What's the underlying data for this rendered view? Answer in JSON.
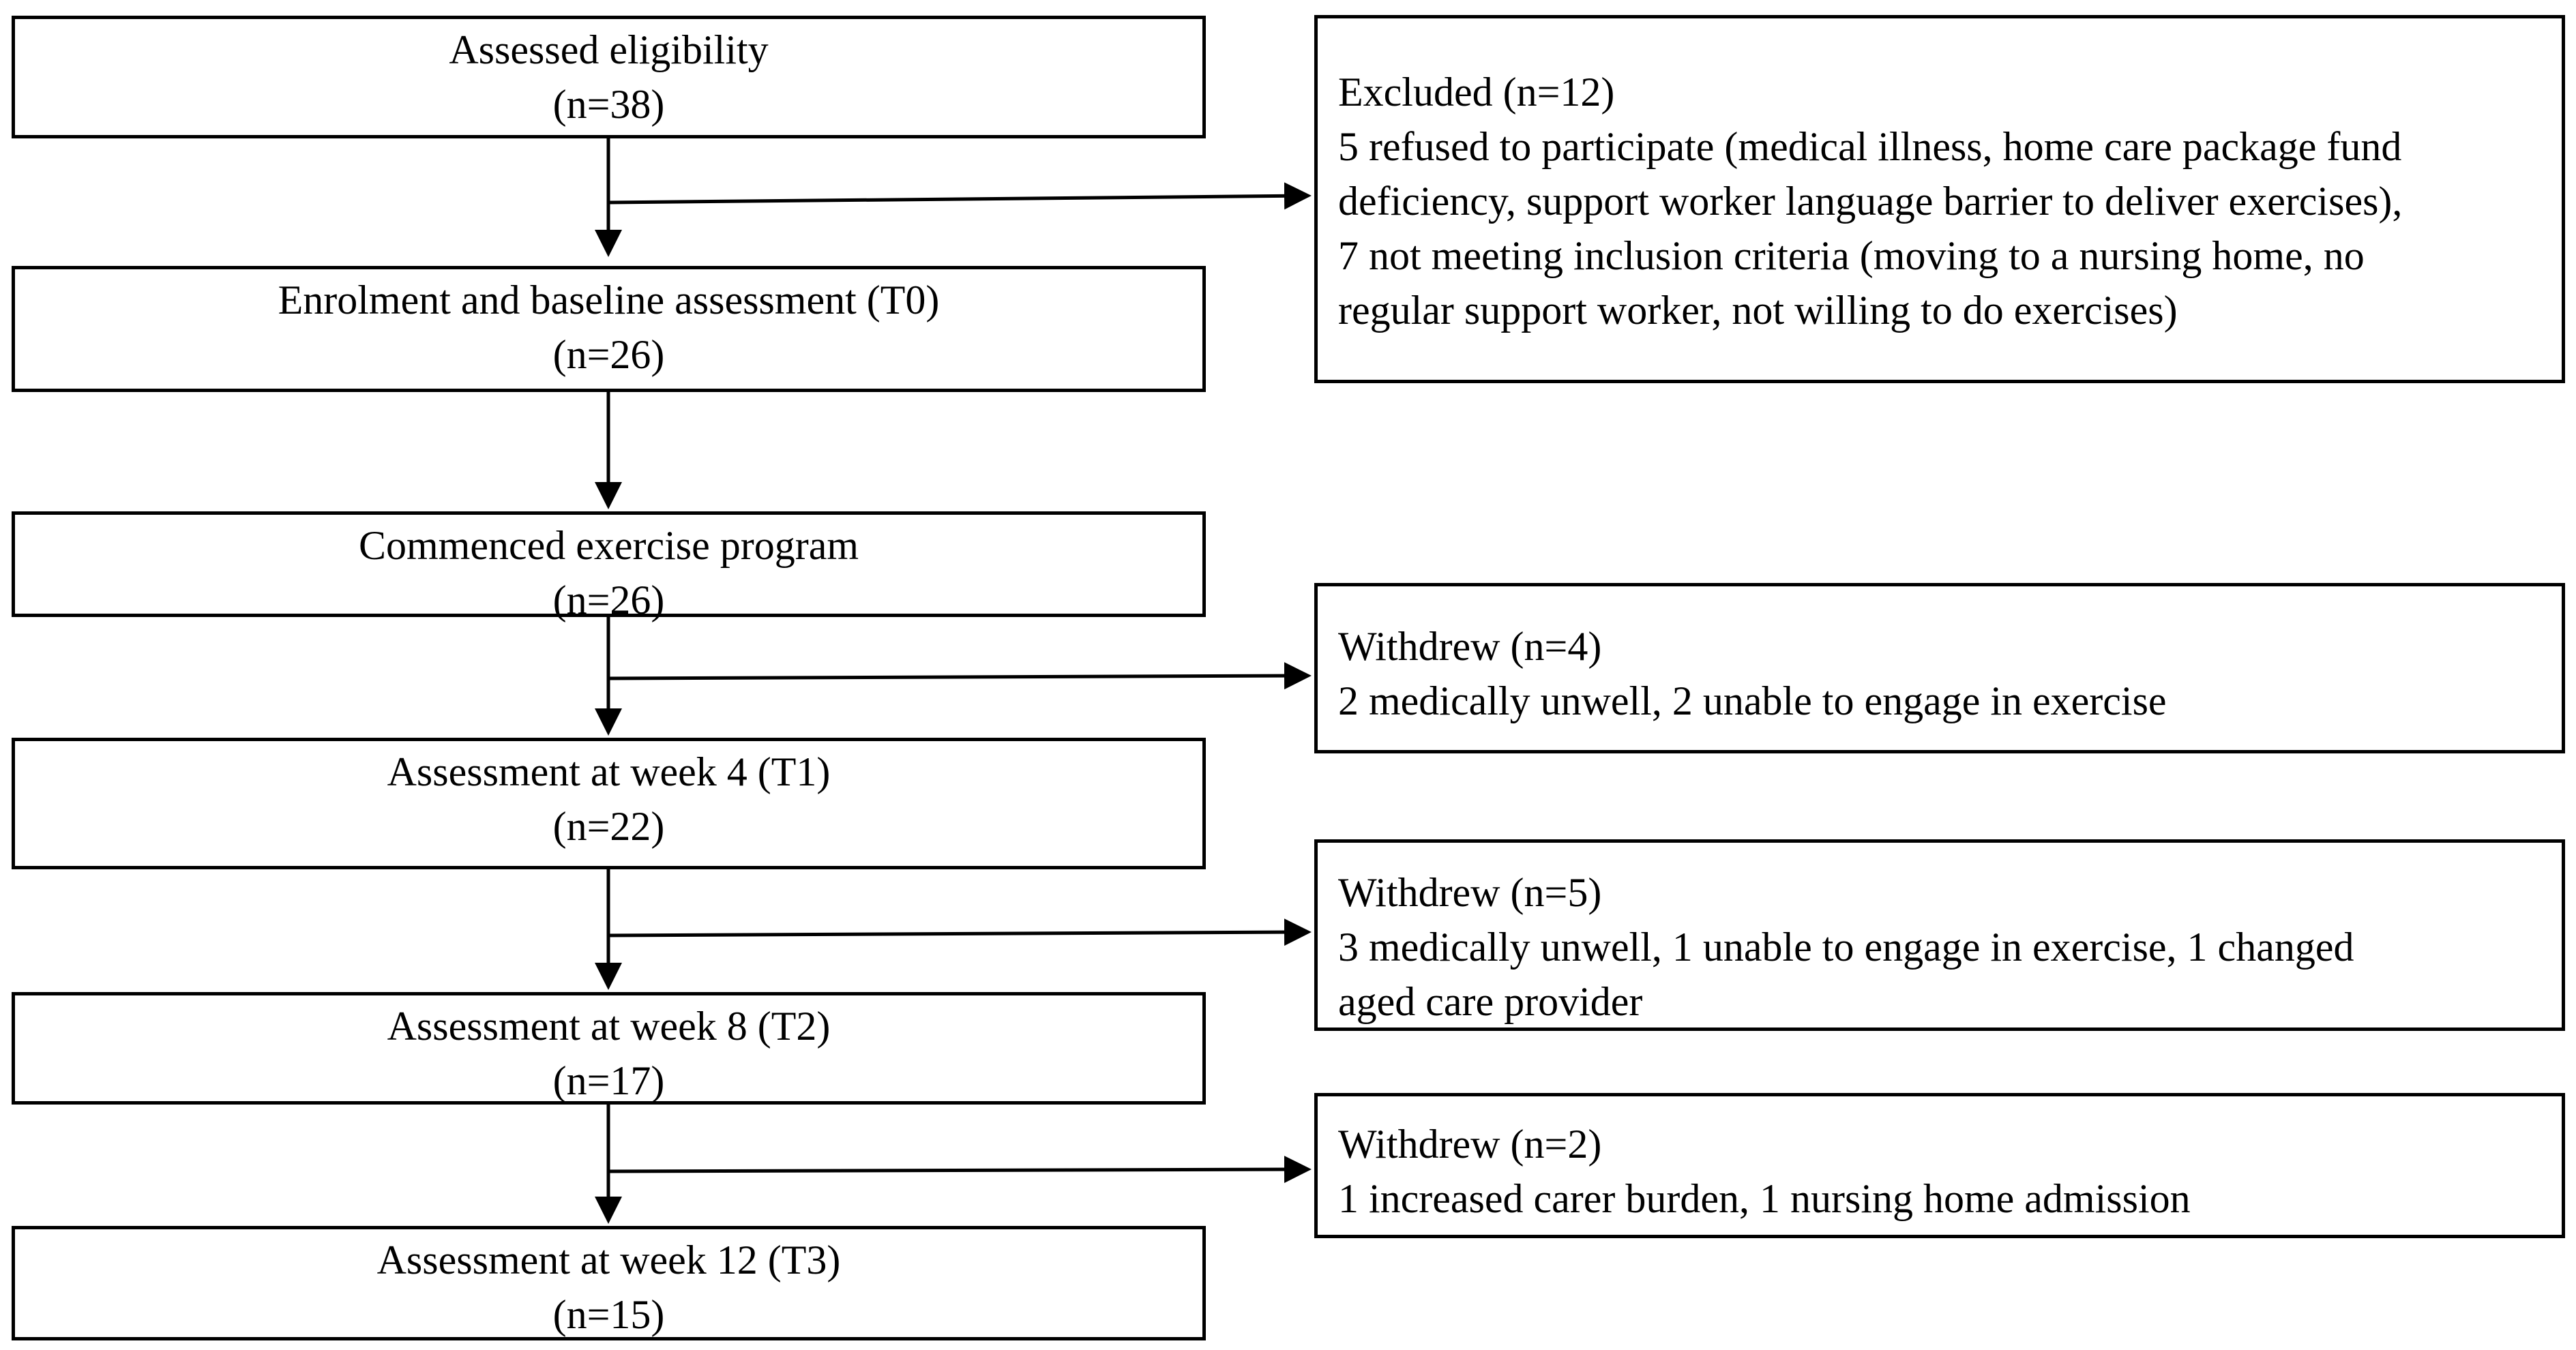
{
  "flow": {
    "stages": [
      {
        "title": "Assessed eligibility",
        "count": "(n=38)"
      },
      {
        "title": "Enrolment and baseline assessment (T0)",
        "count": "(n=26)"
      },
      {
        "title": "Commenced exercise program",
        "count": "(n=26)"
      },
      {
        "title": "Assessment at week 4 (T1)",
        "count": "(n=22)"
      },
      {
        "title": "Assessment at week 8 (T2)",
        "count": "(n=17)"
      },
      {
        "title": "Assessment at week 12 (T3)",
        "count": "(n=15)"
      }
    ],
    "exits": [
      {
        "title": "Excluded (n=12)",
        "lines": [
          "5 refused to participate (medical illness, home care package fund",
          "deficiency, support worker language barrier to deliver exercises),",
          "7 not meeting inclusion criteria (moving to a nursing home, no",
          "regular support worker, not willing to do exercises)"
        ]
      },
      {
        "title": "Withdrew (n=4)",
        "lines": [
          "2 medically unwell, 2 unable to engage in exercise"
        ]
      },
      {
        "title": "Withdrew (n=5)",
        "lines": [
          "3 medically unwell, 1 unable to engage in exercise, 1 changed",
          "aged care provider"
        ]
      },
      {
        "title": "Withdrew (n=2)",
        "lines": [
          "1 increased carer burden, 1 nursing home admission"
        ]
      }
    ]
  }
}
